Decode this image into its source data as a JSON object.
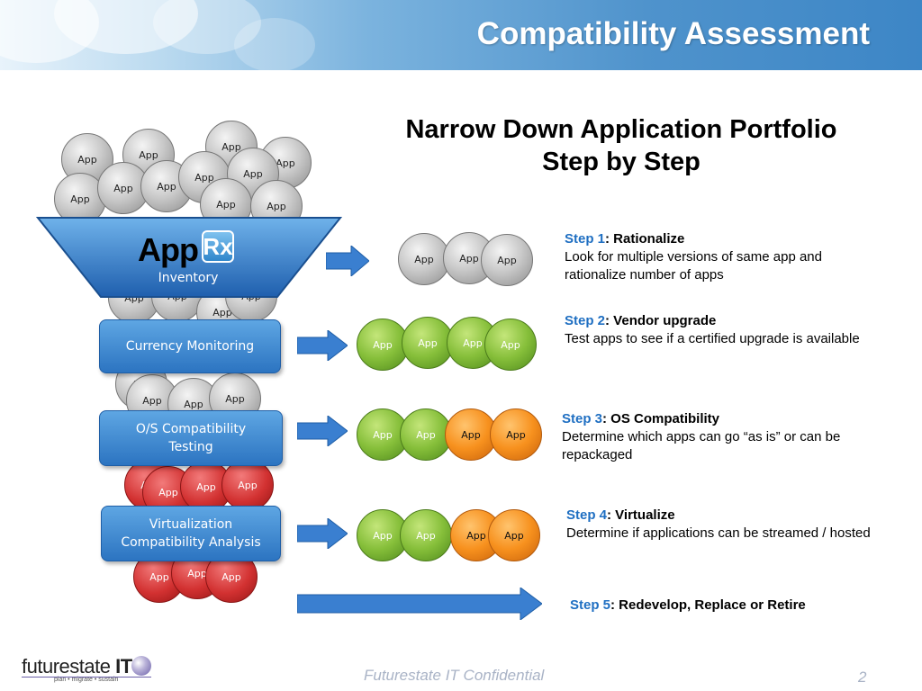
{
  "header": {
    "title": "Compatibility Assessment"
  },
  "subtitle": {
    "line1": "Narrow Down Application Portfolio",
    "line2": "Step by Step"
  },
  "app_label": "App",
  "funnel": {
    "logo_text": "App",
    "logo_badge": "Rx",
    "label": "Inventory"
  },
  "stages": [
    {
      "label": "Currency Monitoring"
    },
    {
      "label_line1": "O/S Compatibility",
      "label_line2": "Testing"
    },
    {
      "label_line1": "Virtualization",
      "label_line2": "Compatibility Analysis"
    }
  ],
  "steps": [
    {
      "num": "Step 1",
      "title": ": Rationalize",
      "desc": "Look for multiple versions of same app and rationalize number of apps"
    },
    {
      "num": "Step 2",
      "title": ": Vendor upgrade",
      "desc": "Test apps to see if a certified upgrade is available"
    },
    {
      "num": "Step 3",
      "title": ": OS Compatibility",
      "desc": "Determine which apps can go “as is” or can be repackaged"
    },
    {
      "num": "Step 4",
      "title": ":  Virtualize",
      "desc": "Determine if applications can be streamed / hosted"
    },
    {
      "num": "Step 5",
      "title": ": Redevelop, Replace or Retire",
      "desc": ""
    }
  ],
  "footer": {
    "brand_light": "futurestate ",
    "brand_bold": "IT",
    "tagline": "plan • migrate • sustain",
    "confidential": "Futurestate IT Confidential",
    "page_number": "2"
  },
  "colors": {
    "accent_blue": "#1f6fc2",
    "header_blue": "#3d86c6",
    "green": "#86bf3a",
    "orange": "#f7911e",
    "red": "#d23131"
  }
}
